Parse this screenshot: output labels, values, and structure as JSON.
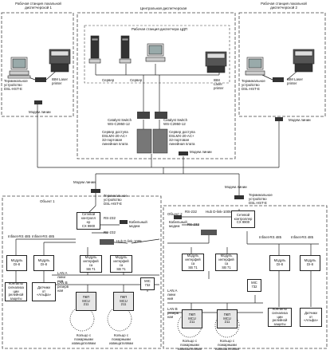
{
  "titles": {
    "local1": "Рабочая станция локальной\nдиспетчерской 1",
    "central": "Центральная диспетчерская",
    "cpu_station": "Рабочая станция диспетчера ЦДП",
    "local2": "Рабочая станция локальной\nдиспетчерской 2"
  },
  "labels": {
    "terminal_dsl_hst": "Терминальное\nустройство\nDSL-HST-E",
    "ibm_printer_short": "IBM Laser\nprinter",
    "ibm_printer_long": "IBM\nLaser\nprinter",
    "modem_line": "Модем линии",
    "server": "Сервер",
    "catalyst": "Catalyst Switch\nWS-C2950-12",
    "access_server": "Сервер доступа\nDSLMX-20-AC+\n32-портовая\nлинейная плата",
    "terminal_device_e": "Терминальное\nустройство\nDSL-HST-E",
    "rs232": "RS-232",
    "cable_modem": "Кабельный\nмодем",
    "hub": "Hub D-link-1005",
    "infinet": "Infinet-RS 485",
    "module_di8": "Модуль\nDI-8",
    "interface_module": "Модуль\nинтерфей\nса\nSB 71",
    "lan_a": "LAN A\nлини\nния",
    "lan_b": "LAN B\nрезерв\nная",
    "mic732": "MIC\n732",
    "relay_contacts": "Контакты\nсигнализа\nции\nрелейной\nзащиты",
    "alpha_sensors": "Датчики\nот\n«Альфа»",
    "mcu": "ПКП\nMCU\n211",
    "detector_loop": "Кольцо с\nпожарными\nизвещателями"
  },
  "objects": {
    "obj1": {
      "title": "Объект 1",
      "controller": "Сетевой\nконтролл\nер\nCX 9900"
    },
    "obj2": {
      "title": "Объект 2",
      "controller": "Сетевой\nконтроллер\nCX 9900"
    }
  }
}
